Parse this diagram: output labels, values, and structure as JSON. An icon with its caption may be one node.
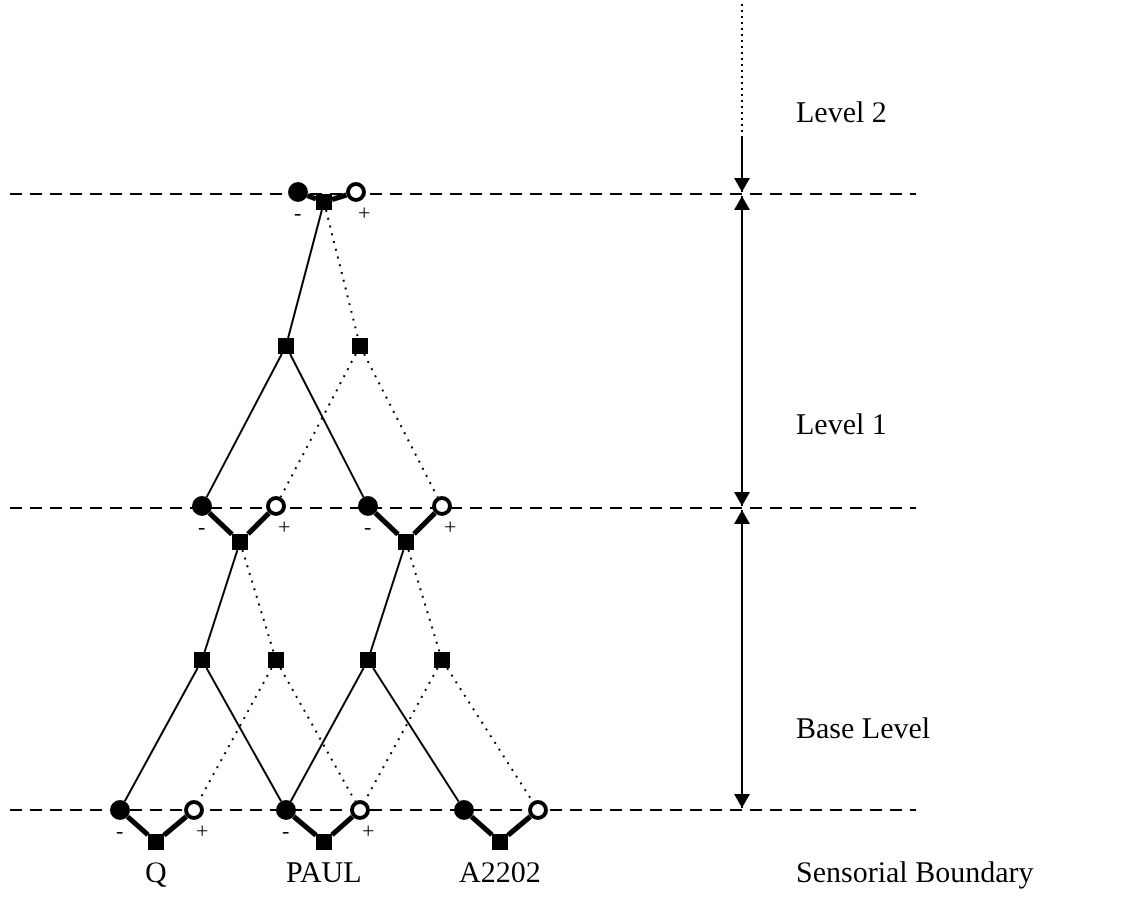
{
  "diagram": {
    "nodes": [
      {
        "text": [],
        "shape": "circle",
        "beside": [
          "-"
        ]
      },
      {
        "text": [],
        "shape": "circle",
        "beside": [
          "+"
        ]
      },
      {
        "text": [],
        "shape": "box"
      },
      {
        "text": [],
        "shape": "box"
      },
      {
        "text": [],
        "shape": "box"
      },
      {
        "text": [],
        "shape": "circle",
        "beside": [
          "-"
        ]
      },
      {
        "text": [],
        "shape": "circle",
        "beside": [
          "+"
        ]
      },
      {
        "text": [],
        "shape": "box"
      },
      {
        "text": [],
        "shape": "circle",
        "beside": [
          "-"
        ]
      },
      {
        "text": [],
        "shape": "circle",
        "beside": [
          "+"
        ]
      },
      {
        "text": [],
        "shape": "box"
      },
      {
        "text": [],
        "shape": "box"
      },
      {
        "text": [],
        "shape": "box"
      },
      {
        "text": [],
        "shape": "box"
      },
      {
        "text": [],
        "shape": "box"
      },
      {
        "text": [],
        "shape": "circle",
        "beside": [
          "-"
        ]
      },
      {
        "text": [],
        "shape": "circle",
        "beside": [
          "+"
        ]
      },
      {
        "text": [],
        "shape": "box",
        "beside": [
          "Q"
        ]
      },
      {
        "text": [],
        "shape": "circle",
        "beside": [
          "-"
        ]
      },
      {
        "text": [],
        "shape": "circle",
        "beside": [
          "+"
        ]
      },
      {
        "text": [],
        "shape": "box",
        "beside": [
          "PAUL"
        ]
      },
      {
        "text": [],
        "shape": "circle"
      },
      {
        "text": [],
        "shape": "circle"
      },
      {
        "text": [],
        "shape": "box",
        "beside": [
          "A2202"
        ]
      }
    ],
    "edges": [
      {
        "from": 0,
        "to": 2,
        "arrow": "none",
        "style": "thick"
      },
      {
        "from": 2,
        "to": 1,
        "arrow": "none",
        "style": "thick"
      },
      {
        "from": 2,
        "to": 3,
        "arrow": "none"
      },
      {
        "from": 2,
        "to": 4,
        "arrow": "none",
        "style": "dashed"
      },
      {
        "from": 3,
        "to": 5,
        "arrow": "none"
      },
      {
        "from": 3,
        "to": 8,
        "arrow": "none"
      },
      {
        "from": 4,
        "to": 6,
        "arrow": "none",
        "style": "dashed"
      },
      {
        "from": 4,
        "to": 9,
        "arrow": "none",
        "style": "dashed"
      },
      {
        "from": 5,
        "to": 7,
        "arrow": "none",
        "style": "thick"
      },
      {
        "from": 7,
        "to": 6,
        "arrow": "none",
        "style": "thick"
      },
      {
        "from": 8,
        "to": 10,
        "arrow": "none",
        "style": "thick"
      },
      {
        "from": 10,
        "to": 9,
        "arrow": "none",
        "style": "thick"
      },
      {
        "from": 7,
        "to": 11,
        "arrow": "none"
      },
      {
        "from": 7,
        "to": 12,
        "arrow": "none",
        "style": "dashed"
      },
      {
        "from": 10,
        "to": 13,
        "arrow": "none"
      },
      {
        "from": 10,
        "to": 14,
        "arrow": "none",
        "style": "dashed"
      },
      {
        "from": 11,
        "to": 15,
        "arrow": "none"
      },
      {
        "from": 11,
        "to": 18,
        "arrow": "none"
      },
      {
        "from": 12,
        "to": 16,
        "arrow": "none",
        "style": "dashed"
      },
      {
        "from": 12,
        "to": 19,
        "arrow": "none",
        "style": "dashed"
      },
      {
        "from": 13,
        "to": 18,
        "arrow": "none"
      },
      {
        "from": 13,
        "to": 21,
        "arrow": "none"
      },
      {
        "from": 14,
        "to": 19,
        "arrow": "none",
        "style": "dashed"
      },
      {
        "from": 14,
        "to": 22,
        "arrow": "none",
        "style": "dashed"
      },
      {
        "from": 15,
        "to": 17,
        "arrow": "none",
        "style": "thick"
      },
      {
        "from": 17,
        "to": 16,
        "arrow": "none",
        "style": "thick"
      },
      {
        "from": 18,
        "to": 20,
        "arrow": "none",
        "style": "thick"
      },
      {
        "from": 20,
        "to": 19,
        "arrow": "none",
        "style": "thick"
      },
      {
        "from": 21,
        "to": 23,
        "arrow": "none",
        "style": "thick"
      },
      {
        "from": 23,
        "to": 22,
        "arrow": "none",
        "style": "thick"
      }
    ],
    "labels": [
      "Level 2",
      "Level 1",
      "Base Level",
      "Sensorial Boundary"
    ]
  }
}
